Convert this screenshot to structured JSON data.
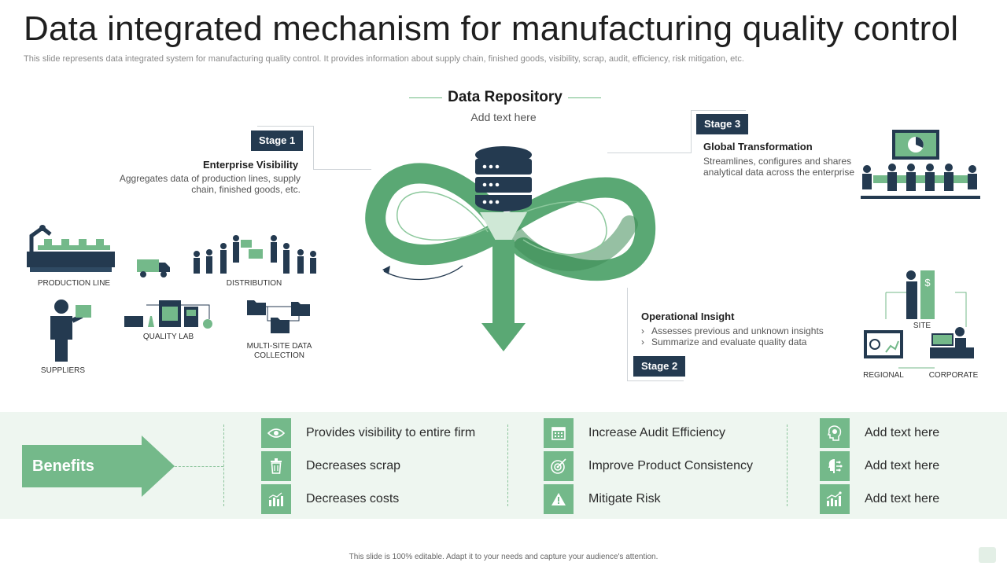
{
  "header": {
    "title": "Data integrated mechanism for manufacturing quality control",
    "subtitle": "This slide represents data integrated system for manufacturing quality control. It provides information about supply chain, finished goods, visibility, scrap, audit, efficiency, risk mitigation, etc."
  },
  "repository": {
    "title": "Data Repository",
    "subtitle": "Add text here"
  },
  "stages": {
    "stage1": {
      "badge": "Stage 1",
      "heading": "Enterprise Visibility",
      "desc_line1": "Aggregates data of production lines, supply",
      "desc_line2": "chain, finished goods, etc."
    },
    "stage2": {
      "badge": "Stage 2",
      "heading": "Operational Insight",
      "bullet1": "Assesses previous and unknown insights",
      "bullet2": "Summarize and evaluate quality data"
    },
    "stage3": {
      "badge": "Stage 3",
      "heading": "Global Transformation",
      "desc_line1": "Streamlines, configures and shares",
      "desc_line2": "analytical data across the enterprise"
    }
  },
  "left_icons": {
    "production_line": "PRODUCTION   LINE",
    "distribution": "DISTRIBUTION",
    "suppliers": "SUPPLIERS",
    "quality_lab": "QUALITY LAB",
    "multisite_line1": "MULTI-SITE  DATA",
    "multisite_line2": "COLLECTION"
  },
  "right_icons": {
    "site": "SITE",
    "regional": "REGIONAL",
    "corporate": "CORPORATE",
    "dollar": "$"
  },
  "benefits": {
    "label": "Benefits",
    "items": [
      {
        "label": "Provides visibility to entire firm",
        "icon": "eye-icon"
      },
      {
        "label": "Decreases scrap",
        "icon": "trash-icon"
      },
      {
        "label": "Decreases costs",
        "icon": "cost-chart-icon"
      },
      {
        "label": "Increase Audit Efficiency",
        "icon": "calendar-icon"
      },
      {
        "label": "Improve Product Consistency",
        "icon": "target-icon"
      },
      {
        "label": "Mitigate Risk",
        "icon": "warning-icon"
      },
      {
        "label": "Add text here",
        "icon": "brain-head-icon"
      },
      {
        "label": "Add text here",
        "icon": "ai-head-icon"
      },
      {
        "label": "Add text here",
        "icon": "growth-chart-icon"
      }
    ]
  },
  "footer": "This slide is 100% editable.  Adapt it to your needs and capture your audience's attention.",
  "colors": {
    "navy": "#243a50",
    "green": "#74b98a",
    "dark_green": "#4a9a62",
    "light_green": "#eef6f0"
  }
}
